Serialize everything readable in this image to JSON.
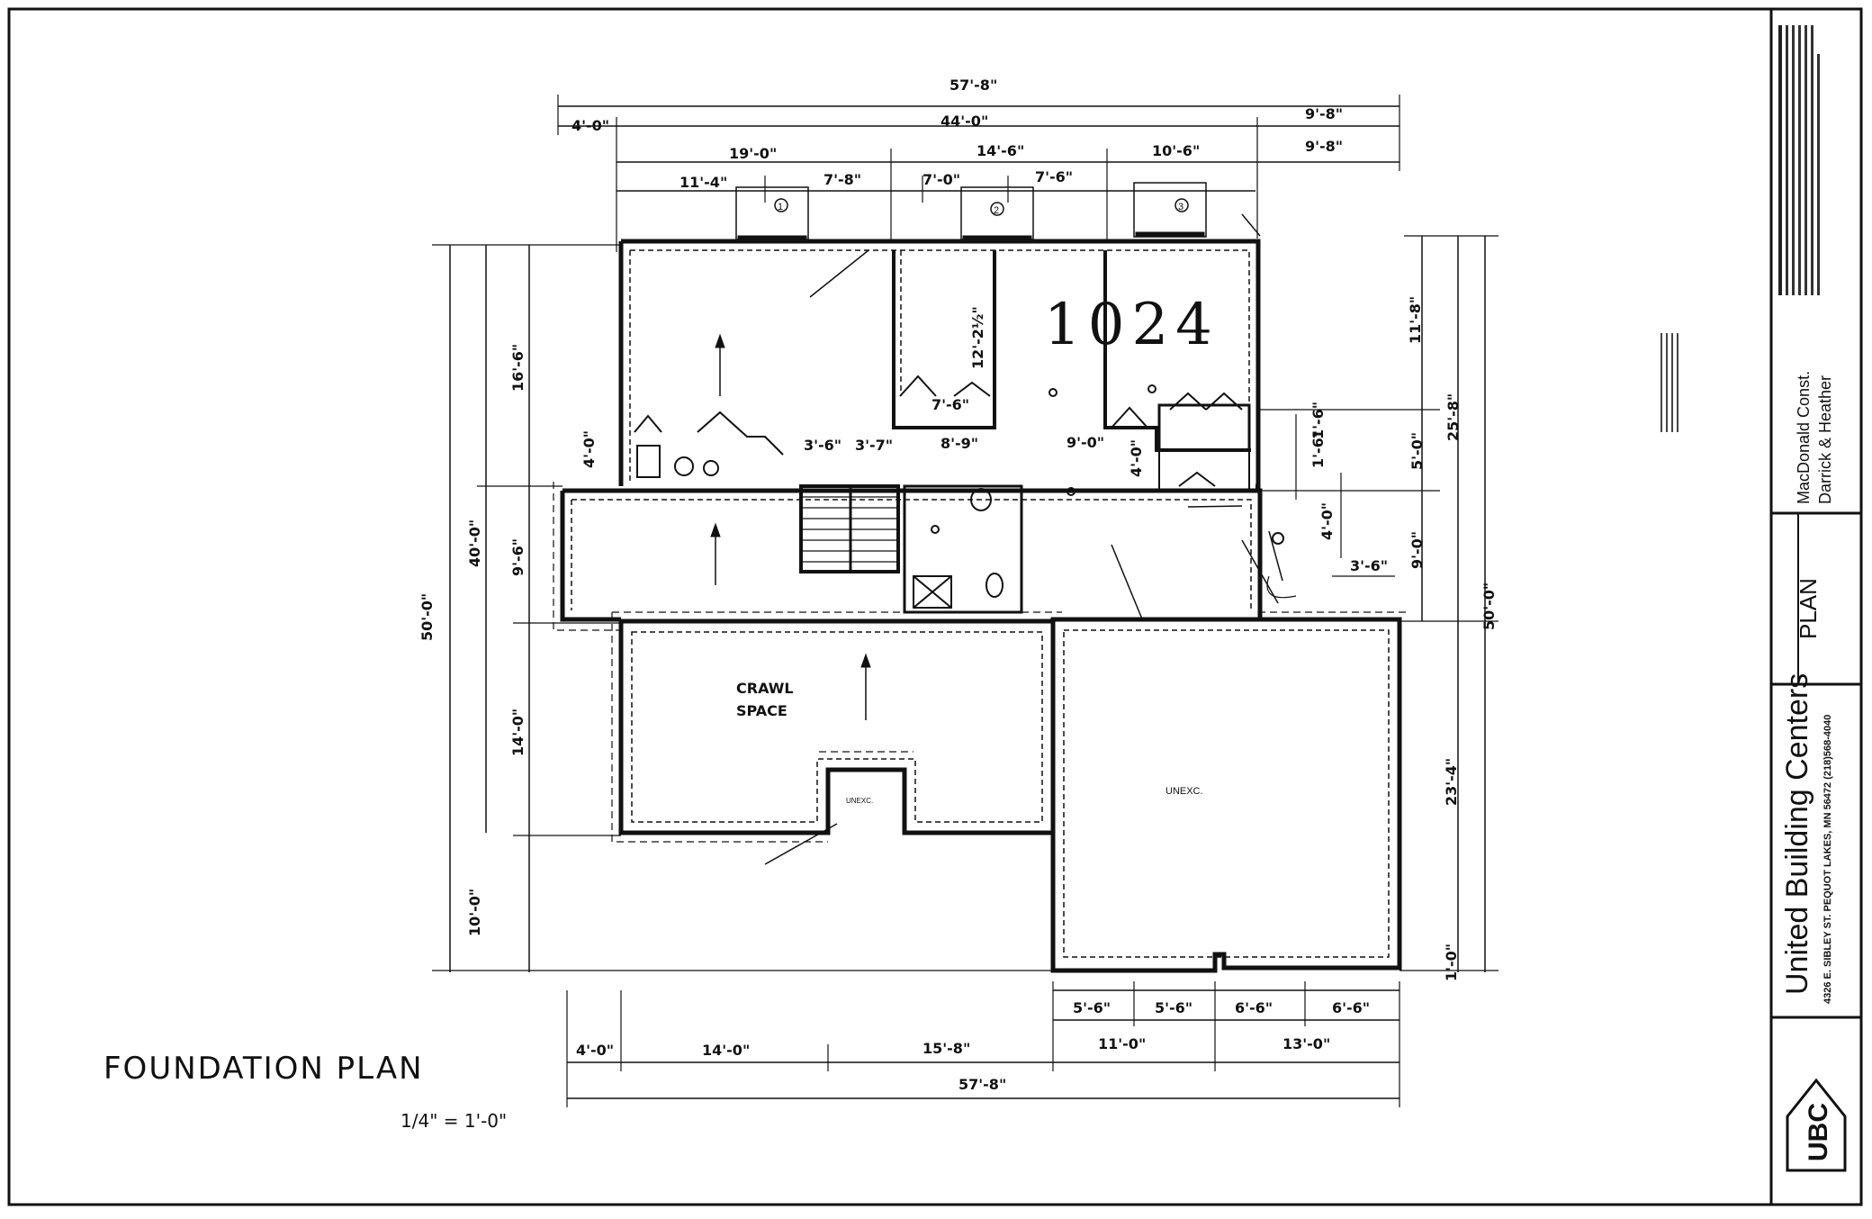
{
  "drawing": {
    "title": "FOUNDATION PLAN",
    "scale": "1/4\" = 1'-0\"",
    "handwritten_number": "1024",
    "rooms": {
      "crawl_space": [
        "CRAWL",
        "SPACE"
      ],
      "unexcavated": "UNEXC.",
      "unexcavated_small": "UNEXC."
    },
    "dimensions": {
      "top_overall": "57'-8\"",
      "top_row2": [
        "4'-0\"",
        "44'-0\"",
        "9'-8\""
      ],
      "top_row3": [
        "19'-0\"",
        "14'-6\"",
        "10'-6\"",
        "9'-8\""
      ],
      "top_row4": [
        "11'-4\"",
        "7'-8\"",
        "7'-0\"",
        "7'-6\""
      ],
      "left_outer": "50'-0\"",
      "left_mid": "40'-0\"",
      "left_inner": [
        "16'-6\"",
        "9'-6\"",
        "14'-0\"",
        "10'-0\""
      ],
      "left_small": "4'-0\"",
      "right_inner": [
        "11'-8\"",
        "5'-0\"",
        "9'-0\"",
        "23'-4\"",
        "1'-0\""
      ],
      "right_mid": [
        "25'-8\""
      ],
      "right_outer": "50'-0\"",
      "right_misc": [
        "1'-6\"",
        "1'-6\"",
        "4'-0\"",
        "3'-6\""
      ],
      "interior": [
        "12'-2½\"",
        "7'-6\"",
        "3'-6\"",
        "3'-7\"",
        "8'-9\"",
        "9'-0\"",
        "4'-0\""
      ],
      "bottom_row1": [
        "5'-6\"",
        "5'-6\"",
        "6'-6\"",
        "6'-6\""
      ],
      "bottom_row2": [
        "4'-0\"",
        "14'-0\"",
        "15'-8\"",
        "11'-0\"",
        "13'-0\""
      ],
      "bottom_overall": "57'-8\""
    },
    "markers": [
      "1",
      "2",
      "3"
    ]
  },
  "title_block": {
    "company": "United Building Centers",
    "address": "4326 E. SIBLEY ST. PEQUOT LAKES, MN 56472 (218)568-4040",
    "sheet": "PLAN",
    "client_line1": "MacDonald Const.",
    "client_line2": "Darrick & Heather",
    "logo": "UBC"
  }
}
